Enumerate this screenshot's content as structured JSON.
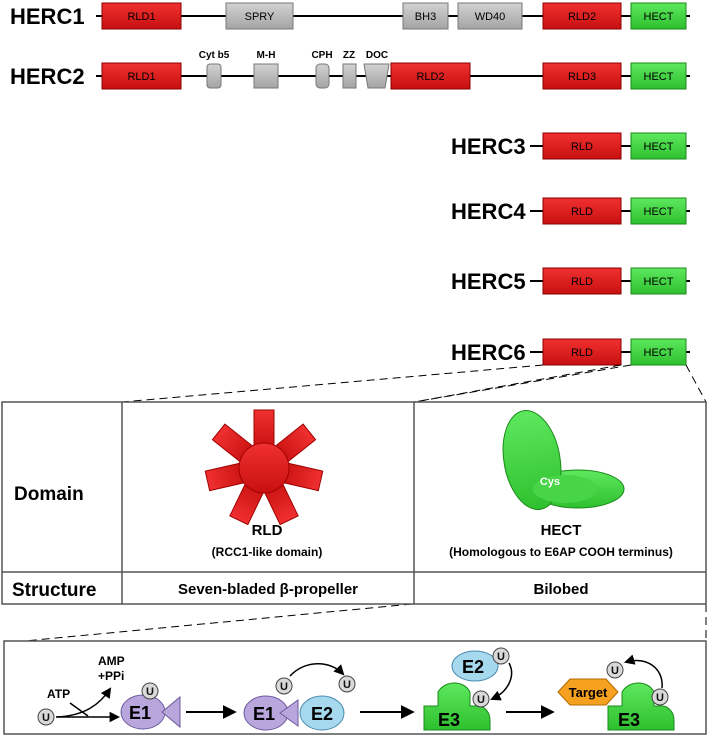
{
  "colors": {
    "rld": "#e31b1b",
    "hect": "#3ed43e",
    "gray": "#b8b8b8",
    "e1": "#b9a6dc",
    "e2": "#a6d8ee",
    "target": "#f5a01e"
  },
  "proteins": [
    {
      "name": "HERC1",
      "domains": [
        "RLD1",
        "SPRY",
        "BH3",
        "WD40",
        "RLD2",
        "HECT"
      ]
    },
    {
      "name": "HERC2",
      "domains": [
        "RLD1",
        "",
        "",
        "",
        "",
        "",
        "RLD2",
        "RLD3",
        "HECT"
      ]
    },
    {
      "name": "HERC3",
      "domains": [
        "RLD",
        "HECT"
      ]
    },
    {
      "name": "HERC4",
      "domains": [
        "RLD",
        "HECT"
      ]
    },
    {
      "name": "HERC5",
      "domains": [
        "RLD",
        "HECT"
      ]
    },
    {
      "name": "HERC6",
      "domains": [
        "RLD",
        "HECT"
      ]
    }
  ],
  "herc2_above_labels": [
    "Cyt b5",
    "M-H",
    "CPH",
    "ZZ",
    "DOC"
  ],
  "table": {
    "row_domain": "Domain",
    "row_structure": "Structure",
    "rld_title": "RLD",
    "rld_subtitle": "(RCC1-like domain)",
    "hect_title": "HECT",
    "hect_subtitle": "(Homologous to E6AP COOH terminus)",
    "cys": "Cys",
    "rld_structure": "Seven-bladed β-propeller",
    "hect_structure": "Bilobed"
  },
  "cascade": {
    "atp": "ATP",
    "amp_line1": "AMP",
    "amp_line2": "+PPi",
    "ub": "U",
    "e1": "E1",
    "e2": "E2",
    "e3": "E3",
    "target": "Target"
  }
}
